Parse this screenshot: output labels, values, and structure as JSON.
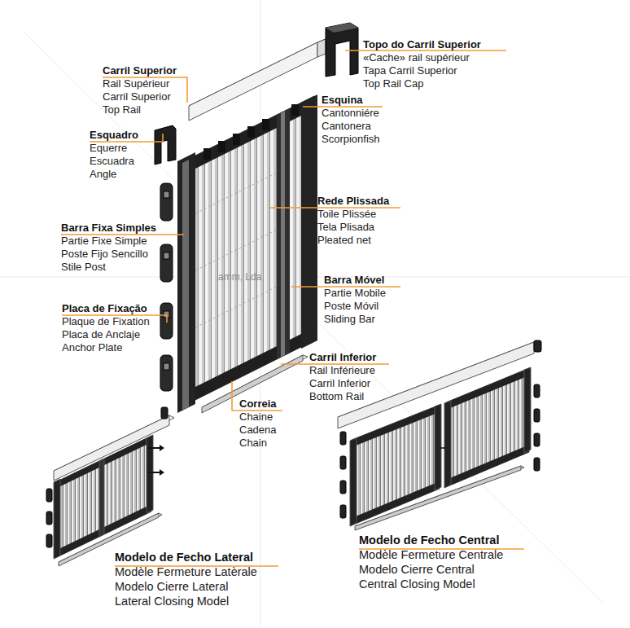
{
  "diagram": {
    "labels": [
      "Topo do Carril Superior",
      "«Cache» rail supérieur",
      "Tapa Carril Superior",
      "Top Rail Cap",
      "Carril Superior",
      "Rail Supérieur",
      "Carril Superior",
      "Top Rail",
      "Esquina",
      "Cantonniére",
      "Cantonera",
      "Scorpionfish",
      "Esquadro",
      "Equerre",
      "Escuadra",
      "Angle",
      "Rede Plissada",
      "Toile Plissée",
      "Tela Plisada",
      "Pleated net",
      "Barra Fixa Simples",
      "Partie Fixe Simple",
      "Poste Fijo Sencillo",
      "Stile Post",
      "Barra Móvel",
      "Partie Mobile",
      "Poste Móvil",
      "Sliding Bar",
      "Placa de Fixação",
      "Plaque de Fixation",
      "Placa de Anclaje",
      "Anchor Plate",
      "Carril Inferior",
      "Rail Inférieure",
      "Carril Inferior",
      "Bottom Rail",
      "Correia",
      "Chaine",
      "Cadena",
      "Chain",
      "Modelo de Fecho Lateral",
      "Modèle Fermeture Latèrale",
      "Modelo Cierre Lateral",
      "Lateral Closing Model",
      "Modelo de Fecho Central",
      "Modèle Fermeture Centrale",
      "Modelo Cierre Central",
      "Central Closing Model",
      "amm, Lda"
    ]
  }
}
